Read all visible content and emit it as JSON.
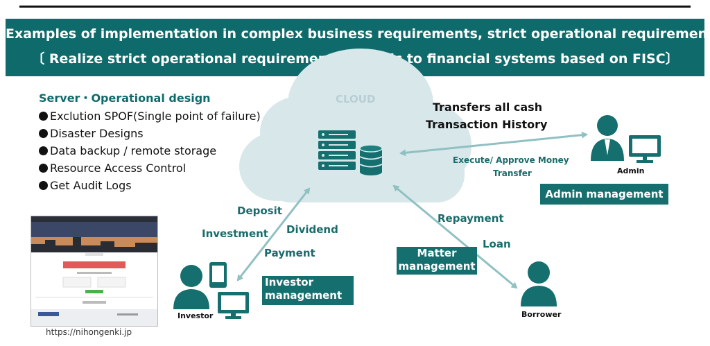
{
  "title": {
    "line1": "Examples of implementation in complex business requirements, strict operational requirements",
    "line2": "〔 Realize strict operational requirements specific to financial systems based on FISC〕"
  },
  "ops": {
    "heading": "Server・Operational design",
    "items": [
      "Exclution SPOF(Single point of failure)",
      "Disaster Designs",
      "Data backup / remote storage",
      "Resource Access Control",
      "Get Audit Logs"
    ]
  },
  "cloud": {
    "label": "CLOUD"
  },
  "labels": {
    "transfers": "Transfers all cash",
    "history": "Transaction History",
    "execute1": "Execute/ Approve Money",
    "execute2": "Transfer",
    "deposit": "Deposit",
    "investment": "Investment",
    "dividend": "Dividend",
    "payment": "Payment",
    "repayment": "Repayment",
    "loan": "Loan"
  },
  "actors": {
    "admin": "Admin",
    "investor": "Investor",
    "borrower": "Borrower"
  },
  "tags": {
    "admin": "Admin management",
    "matter1": "Matter",
    "matter2": "management",
    "investor1": "Investor",
    "investor2": "management"
  },
  "source_url": "https://nihongenki.jp",
  "colors": {
    "teal": "#0f6b6b",
    "cloud": "#d8e7ea",
    "arrow": "#8fc0c2"
  }
}
